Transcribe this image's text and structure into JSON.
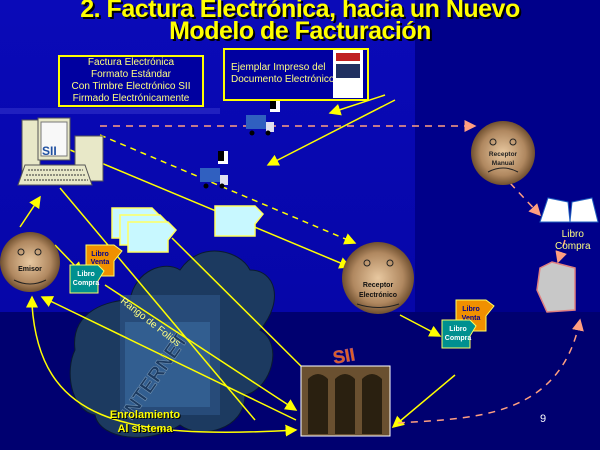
{
  "title": {
    "line1": "2. Factura Electrónica, hacia un Nuevo",
    "line2": "Modelo de Facturación"
  },
  "callout_invoice": [
    "Factura Electrónica",
    "Formato Estándar",
    "Con Timbre Electrónico SII",
    "Firmado Electrónicamente"
  ],
  "callout_print": [
    "Ejemplar Impreso del",
    "Documento Electrónico"
  ],
  "nodes": {
    "emisor": "Emisor",
    "receptor_manual": [
      "Receptor",
      "Manual"
    ],
    "receptor_electronico": [
      "Receptor",
      "Electrónico"
    ],
    "sii": "SII",
    "internet": "INTERNET"
  },
  "books": {
    "venta": [
      "Libro",
      "Venta"
    ],
    "compra": [
      "Libro",
      "Compra"
    ],
    "libro_compra_label": [
      "Libro",
      "Compra"
    ]
  },
  "labels": {
    "rango_folios": "Rango de Folios",
    "enrolamiento": [
      "Enrolamiento",
      "Al sistema"
    ]
  },
  "page_number": "9",
  "colors": {
    "title": "#ffff00",
    "arrow": "#ffff00",
    "dashed_arrow": "#ff9f80",
    "background": "#0606a8"
  }
}
